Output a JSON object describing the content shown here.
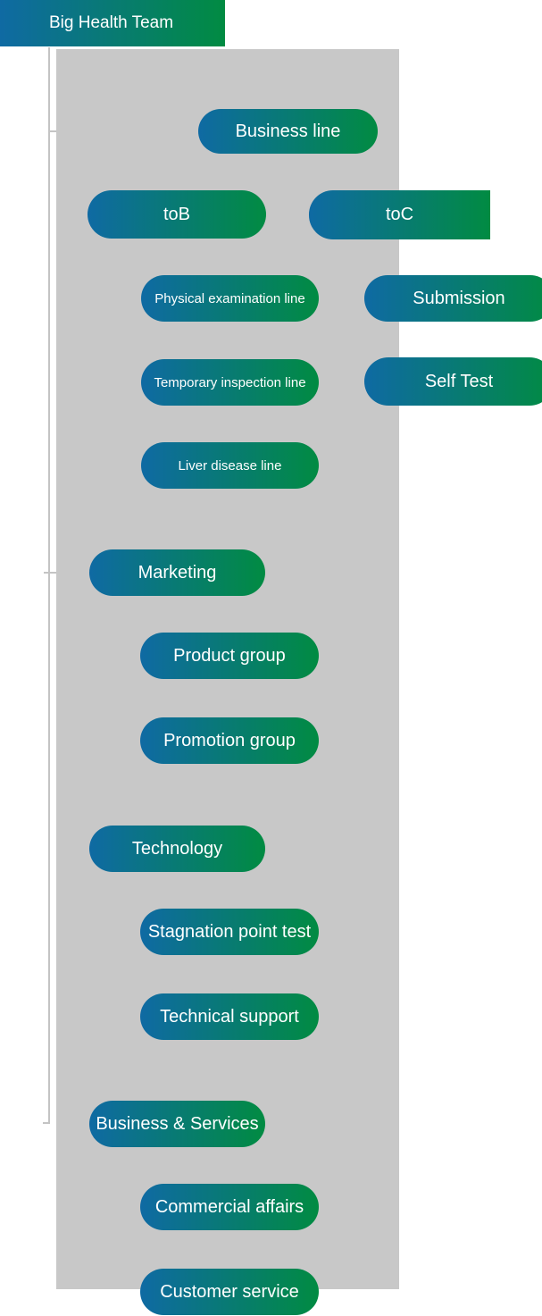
{
  "root": {
    "label": "Big Health Team"
  },
  "colors": {
    "gradient_start": "#0f6aa3",
    "gradient_end": "#018b42",
    "panel_bg": "#c8c8c8",
    "connector": "#c4c4c4",
    "node_text": "#ffffff"
  },
  "nodes": [
    {
      "id": "business-line",
      "label": "Business line"
    },
    {
      "id": "tob",
      "label": "toB"
    },
    {
      "id": "toc",
      "label": "toC"
    },
    {
      "id": "physical-examination-line",
      "label": "Physical examination line"
    },
    {
      "id": "submission",
      "label": "Submission"
    },
    {
      "id": "temporary-inspection-line",
      "label": "Temporary inspection line"
    },
    {
      "id": "self-test",
      "label": "Self Test"
    },
    {
      "id": "liver-disease-line",
      "label": "Liver disease line"
    },
    {
      "id": "marketing",
      "label": "Marketing"
    },
    {
      "id": "product-group",
      "label": "Product group"
    },
    {
      "id": "promotion-group",
      "label": "Promotion group"
    },
    {
      "id": "technology",
      "label": "Technology"
    },
    {
      "id": "stagnation-point-test",
      "label": "Stagnation point test"
    },
    {
      "id": "technical-support",
      "label": "Technical support"
    },
    {
      "id": "business-services",
      "label": "Business & Services"
    },
    {
      "id": "commercial-affairs",
      "label": "Commercial affairs"
    },
    {
      "id": "customer-service",
      "label": "Customer service"
    }
  ]
}
